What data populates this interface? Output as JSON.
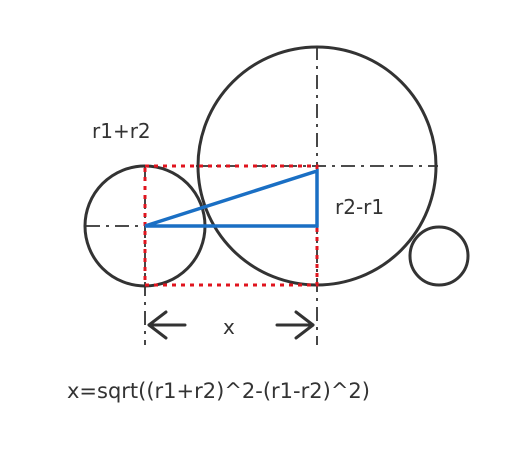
{
  "labels": {
    "sum_radii": "r1+r2",
    "diff_radii": "r2-r1",
    "distance": "x",
    "formula": "x=sqrt((r1+r2)^2-(r1-r2)^2)"
  },
  "colors": {
    "outline": "#333333",
    "triangle": "#1a6fc4",
    "guide": "#e0141e"
  }
}
